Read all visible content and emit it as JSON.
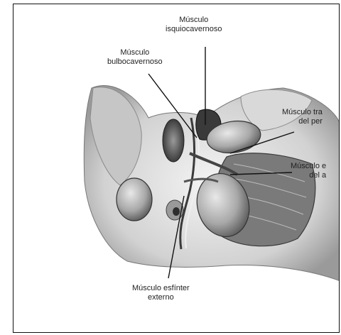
{
  "labels": {
    "isquio": {
      "line1": "Músculo",
      "line2": "isquiocavernoso"
    },
    "bulbo": {
      "line1": "Músculo",
      "line2": "bulbocavernoso"
    },
    "transverso": {
      "line1": "Músculo tra",
      "line2": "del per"
    },
    "elevador": {
      "line1": "Músculo e",
      "line2": "del a"
    },
    "esfinter": {
      "line1": "Músculo esfínter",
      "line2": "externo"
    }
  },
  "colors": {
    "frame": "#111111",
    "ink": "#222222",
    "skin_light": "#e6e6e6",
    "skin_mid": "#b9b9b9",
    "shadow": "#4a4a4a",
    "muscle_dark": "#333333"
  }
}
